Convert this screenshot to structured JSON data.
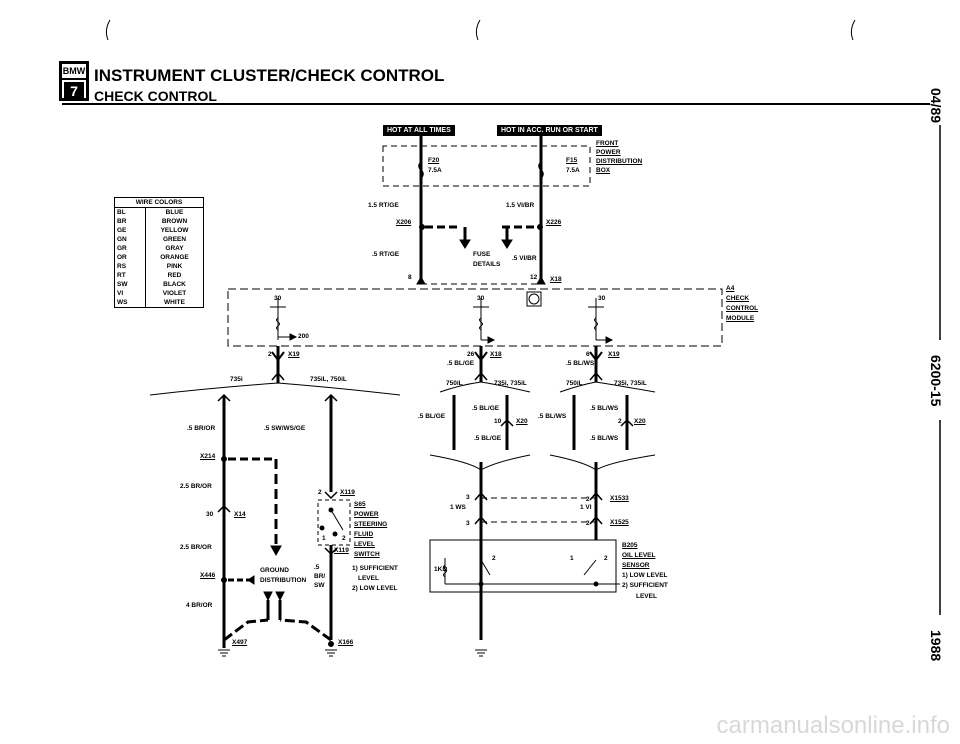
{
  "header": {
    "badge_brand": "BMW",
    "badge_number": "7",
    "title": "INSTRUMENT CLUSTER/CHECK CONTROL",
    "subtitle": "CHECK CONTROL"
  },
  "side": {
    "date": "04/89",
    "page": "6200-15",
    "year": "1988"
  },
  "banners": {
    "hot_always": "HOT AT ALL TIMES",
    "hot_acc": "HOT IN ACC. RUN OR START"
  },
  "wire_colors": {
    "title": "WIRE COLORS",
    "rows": [
      {
        "code": "BL",
        "name": "BLUE"
      },
      {
        "code": "BR",
        "name": "BROWN"
      },
      {
        "code": "GE",
        "name": "YELLOW"
      },
      {
        "code": "GN",
        "name": "GREEN"
      },
      {
        "code": "GR",
        "name": "GRAY"
      },
      {
        "code": "OR",
        "name": "ORANGE"
      },
      {
        "code": "RS",
        "name": "PINK"
      },
      {
        "code": "RT",
        "name": "RED"
      },
      {
        "code": "SW",
        "name": "BLACK"
      },
      {
        "code": "VI",
        "name": "VIOLET"
      },
      {
        "code": "WS",
        "name": "WHITE"
      }
    ]
  },
  "fuse_box": {
    "label_front": "FRONT",
    "label_power": "POWER",
    "label_distribution": "DISTRIBUTION",
    "label_box": "BOX",
    "fuse_f20": "F20",
    "fuse_f20_rating": "7.5A",
    "fuse_f15": "F15",
    "fuse_f15_rating": "7.5A"
  },
  "labels": {
    "w_15_rtge": "1.5 RT/GE",
    "w_15_vibr": "1.5 VI/BR",
    "x206": "X206",
    "x226": "X226",
    "w_5_rtge": ".5 RT/GE",
    "fuse_details_1": "FUSE",
    "fuse_details_2": "DETAILS",
    "w_5_vibr": ".5 VI/BR",
    "pin8": "8",
    "pin12": "12",
    "x18_top": "X18",
    "a4": "A4",
    "check": "CHECK",
    "control": "CONTROL",
    "module": "MODULE",
    "pin30_a": "30",
    "pin30_b": "30",
    "pin30_c": "30",
    "pin200": "200",
    "pin2": "2",
    "x19_left": "X19",
    "pin26": "26",
    "x18_mid": "X18",
    "w_5_blge_mid": ".5 BL/GE",
    "pin6": "6",
    "x19_right": "X19",
    "w_5_blws_mid": ".5 BL/WS",
    "m735i": "735i",
    "m735il_750il": "735iL, 750iL",
    "m750il_a": "750iL",
    "m735i_735il_a": "735i, 735iL",
    "m750il_b": "750iL",
    "m735i_735il_b": "735i, 735iL",
    "w_5_bror": ".5 BR/OR",
    "w_5_swwsge": ".5 SW/WS/GE",
    "w_5_blge_a": ".5 BL/GE",
    "w_5_blge_b": ".5 BL/GE",
    "w_5_blge_c": ".5 BL/GE",
    "pin10": "10",
    "x20_a": "X20",
    "w_5_blws_a": ".5 BL/WS",
    "w_5_blws_b": ".5 BL/WS",
    "w_5_blws_c": ".5 BL/WS",
    "pin2b": "2",
    "x20_b": "X20",
    "x214": "X214",
    "w_25_bror_a": "2.5 BR/OR",
    "pin30_x14": "30",
    "x14": "X14",
    "w_25_bror_b": "2.5 BR/OR",
    "x446": "X446",
    "ground_1": "GROUND",
    "ground_2": "DISTRIBUTION",
    "w_4_bror": "4 BR/OR",
    "x497": "X497",
    "pin2c": "2",
    "x119_a": "X119",
    "s65": "S65",
    "power": "POWER",
    "steering": "STEERING",
    "fluid": "FLUID",
    "level": "LEVEL",
    "switch": "SWITCH",
    "sw_1": "1) SUFFICIENT",
    "sw_1b": "LEVEL",
    "sw_2": "2) LOW LEVEL",
    "w_5_brsw_1": ".5",
    "w_5_brsw_2": "BR/",
    "w_5_brsw_3": "SW",
    "pin1": "1",
    "pin2d": "2",
    "x119_b": "X119",
    "x166": "X166",
    "pin3_a": "3",
    "w_1ws": "1 WS",
    "pin3_b": "3",
    "pin2e": "2",
    "w_1vi": "1 VI",
    "pin2f": "2",
    "x1533": "X1533",
    "x1525": "X1525",
    "b205": "B205",
    "oil_level": "OIL LEVEL",
    "sensor": "SENSOR",
    "s_1": "1) LOW LEVEL",
    "s_2": "2) SUFFICIENT",
    "s_2b": "LEVEL",
    "ohm": "1KΩ",
    "sensor_pin2a": "2",
    "sensor_pin1": "1",
    "sensor_pin2b": "2"
  },
  "watermark": "carmanualsonline.info"
}
